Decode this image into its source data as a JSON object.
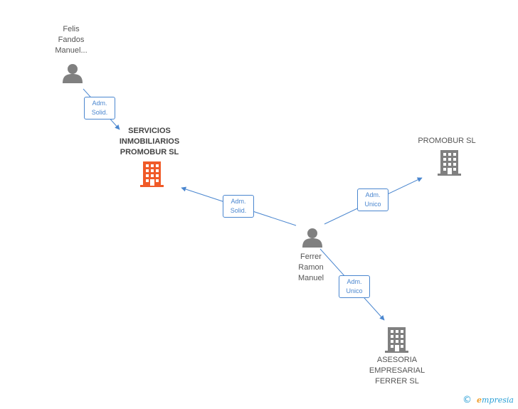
{
  "colors": {
    "edge": "#4a86cf",
    "person": "#808080",
    "company": "#808080",
    "main_company": "#f05a28",
    "label": "#555555"
  },
  "nodes": {
    "felis": {
      "lines": [
        "Felis",
        "Fandos",
        "Manuel..."
      ],
      "icon": "person-icon"
    },
    "servicios": {
      "lines": [
        "SERVICIOS",
        "INMOBILIARIOS",
        "PROMOBUR SL"
      ],
      "icon": "building-icon"
    },
    "promobur": {
      "lines": [
        "PROMOBUR SL"
      ],
      "icon": "building-icon"
    },
    "ferrer": {
      "lines": [
        "Ferrer",
        "Ramon",
        "Manuel"
      ],
      "icon": "person-icon"
    },
    "asesoria": {
      "lines": [
        "ASESORIA",
        "EMPRESARIAL",
        "FERRER SL"
      ],
      "icon": "building-icon"
    }
  },
  "edges": [
    {
      "id": "felis-servicios",
      "lines": [
        "Adm.",
        "Solid."
      ]
    },
    {
      "id": "ferrer-servicios",
      "lines": [
        "Adm.",
        "Solid."
      ]
    },
    {
      "id": "ferrer-promobur",
      "lines": [
        "Adm.",
        "Unico"
      ]
    },
    {
      "id": "ferrer-asesoria",
      "lines": [
        "Adm.",
        "Unico"
      ]
    }
  ],
  "footer": {
    "copyright": "©",
    "brand_first": "e",
    "brand_rest": "mpresia"
  }
}
